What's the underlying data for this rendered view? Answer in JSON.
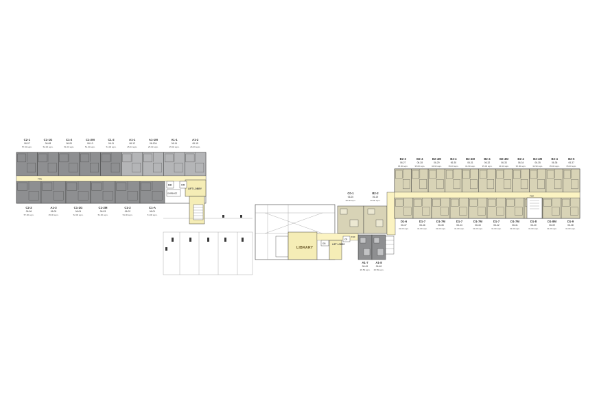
{
  "plan": {
    "colors": {
      "gray_unit": "#8e8f91",
      "gray_unit_light": "#b4b5b7",
      "beige_unit": "#d8d3b6",
      "corridor": "#fbf3c2",
      "lobby": "#f5edb6",
      "wall": "#3a3a3a",
      "structure_line": "#9a9a9a"
    },
    "west": {
      "top_units": [
        {
          "type": "C2-1",
          "no": "06-07",
          "area": "57.00 sqm."
        },
        {
          "type": "C1-1G",
          "no": "06-08",
          "area": "52.00 sqm."
        },
        {
          "type": "C1-2",
          "no": "06-09",
          "area": "51.00 sqm."
        },
        {
          "type": "C1-2M",
          "no": "06-10",
          "area": "51.00 sqm."
        },
        {
          "type": "C1-2",
          "no": "06-11",
          "area": "51.00 sqm."
        },
        {
          "type": "A1-1",
          "no": "06-12",
          "area": "25.04 sqm."
        },
        {
          "type": "A1-1M",
          "no": "06-12A",
          "area": "25.03 sqm."
        },
        {
          "type": "A1-1",
          "no": "06-14",
          "area": "25.04 sqm."
        },
        {
          "type": "A1-2",
          "no": "06-15",
          "area": "26.09 sqm."
        }
      ],
      "bottom_units": [
        {
          "type": "C2-2",
          "no": "06-06",
          "area": "57.00 sqm."
        },
        {
          "type": "A1-3",
          "no": "06-05",
          "area": "25.00 sqm."
        },
        {
          "type": "C1-2G",
          "no": "06-04",
          "area": "52.00 sqm."
        },
        {
          "type": "C1-2M",
          "no": "06-03",
          "area": "51.00 sqm."
        },
        {
          "type": "C1-2",
          "no": "06-02",
          "area": "51.00 sqm."
        },
        {
          "type": "C1-A",
          "no": "06-01",
          "area": "51.00 sqm."
        }
      ],
      "lift_lobby": "LIFT LOBBY",
      "corridor_label": "FHC",
      "small_rooms": [
        "BB",
        "CR",
        "GARBAGE"
      ]
    },
    "middle": {
      "library": "LIBRARY",
      "lift_lobby": "LIFT LOBBY",
      "upper_units": [
        {
          "type": "C0-1",
          "no": "06-20",
          "area": "66.00 sqm."
        },
        {
          "type": "B2-2",
          "no": "06-19",
          "area": "35.00 sqm."
        }
      ],
      "lower_units": [
        {
          "type": "A1-7",
          "no": "06-49",
          "area": "26.59 sqm."
        },
        {
          "type": "A1-8",
          "no": "06-48",
          "area": "26.59 sqm."
        }
      ],
      "small_rooms": [
        "GB",
        "CR",
        "FHC"
      ]
    },
    "east": {
      "top_units": [
        {
          "type": "B2-3",
          "no": "06-27",
          "area": "35.00 sqm."
        },
        {
          "type": "B2-4",
          "no": "06-28",
          "area": "35.00 sqm."
        },
        {
          "type": "B2-4M",
          "no": "06-29",
          "area": "34.90 sqm."
        },
        {
          "type": "B2-4",
          "no": "06-30",
          "area": "35.00 sqm."
        },
        {
          "type": "B2-4M",
          "no": "06-31",
          "area": "34.90 sqm."
        },
        {
          "type": "B2-4",
          "no": "06-32",
          "area": "35.00 sqm."
        },
        {
          "type": "B2-4M",
          "no": "06-33",
          "area": "34.90 sqm."
        },
        {
          "type": "B2-4",
          "no": "06-34",
          "area": "35.00 sqm."
        },
        {
          "type": "B2-4M",
          "no": "06-35",
          "area": "34.90 sqm."
        },
        {
          "type": "B2-4",
          "no": "06-36",
          "area": "35.00 sqm."
        },
        {
          "type": "B2-5",
          "no": "06-37",
          "area": "35.00 sqm."
        }
      ],
      "bottom_units": [
        {
          "type": "D1-6",
          "no": "06-47",
          "area": "31.00 sqm."
        },
        {
          "type": "D1-7",
          "no": "06-46",
          "area": "31.00 sqm."
        },
        {
          "type": "D1-7M",
          "no": "06-45",
          "area": "31.00 sqm."
        },
        {
          "type": "D1-7",
          "no": "06-44",
          "area": "31.00 sqm."
        },
        {
          "type": "D1-7M",
          "no": "06-43",
          "area": "31.00 sqm."
        },
        {
          "type": "D1-7",
          "no": "06-42",
          "area": "31.00 sqm."
        },
        {
          "type": "D1-7M",
          "no": "06-41",
          "area": "31.00 sqm."
        },
        {
          "type": "D1-8",
          "no": "06-40",
          "area": "31.00 sqm."
        },
        {
          "type": "D1-8M",
          "no": "06-39",
          "area": "31.00 sqm."
        },
        {
          "type": "D1-9",
          "no": "06-38",
          "area": "31.00 sqm."
        }
      ],
      "corridor_label": "FHC"
    }
  }
}
